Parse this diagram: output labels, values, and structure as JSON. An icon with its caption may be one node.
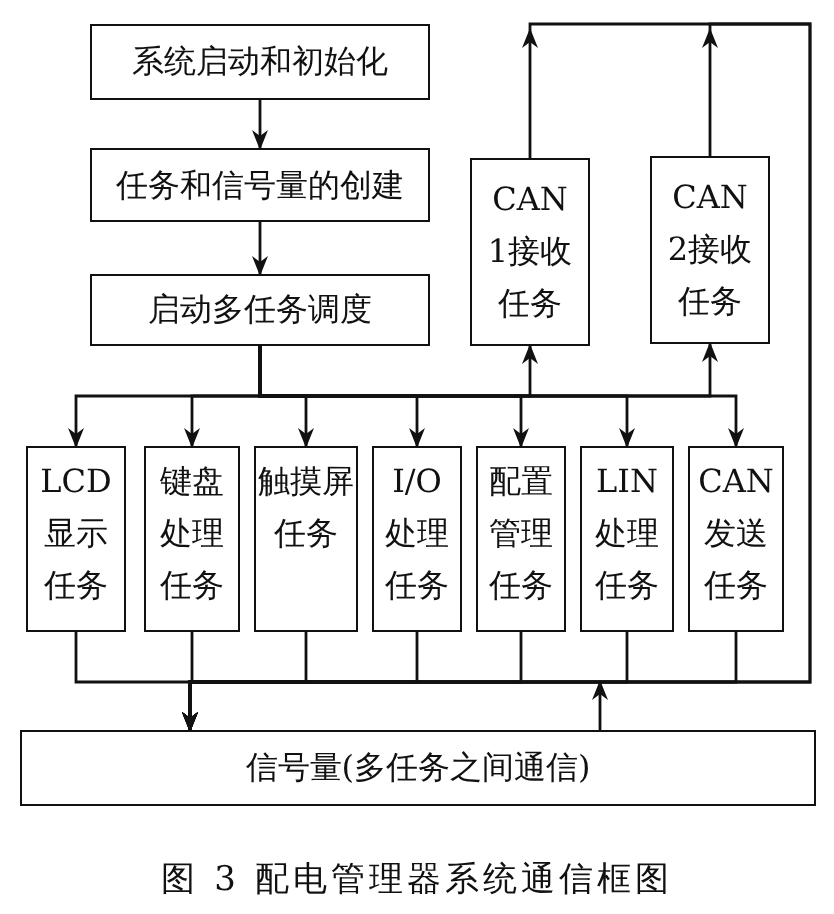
{
  "diagram": {
    "caption": "图 3 配电管理器系统通信框图",
    "nodes": [
      {
        "text": [
          "系统启动和初始化"
        ]
      },
      {
        "text": [
          "任务和信号量的创建"
        ]
      },
      {
        "text": [
          "启动多任务调度"
        ]
      },
      {
        "text": [
          "CAN1接收任务"
        ]
      },
      {
        "text": [
          "CAN2接收任务"
        ]
      },
      {
        "text": [
          "LCD显示任务"
        ]
      },
      {
        "text": [
          "键盘处理任务"
        ]
      },
      {
        "text": [
          "触摸屏任务"
        ]
      },
      {
        "text": [
          "I/O处理任务"
        ]
      },
      {
        "text": [
          "配置管理任务"
        ]
      },
      {
        "text": [
          "LIN处理任务"
        ]
      },
      {
        "text": [
          "CAN发送任务"
        ]
      },
      {
        "text": [
          "信号量(多任务之间通信)"
        ]
      }
    ],
    "edges": [
      {
        "from": 0,
        "to": 1,
        "arrow": "to"
      },
      {
        "from": 1,
        "to": 2,
        "arrow": "to"
      },
      {
        "from": 2,
        "to": 5,
        "arrow": "to"
      },
      {
        "from": 2,
        "to": 6,
        "arrow": "to"
      },
      {
        "from": 2,
        "to": 7,
        "arrow": "to"
      },
      {
        "from": 2,
        "to": 8,
        "arrow": "to"
      },
      {
        "from": 2,
        "to": 9,
        "arrow": "to"
      },
      {
        "from": 2,
        "to": 10,
        "arrow": "to"
      },
      {
        "from": 2,
        "to": 11,
        "arrow": "to"
      },
      {
        "from": 2,
        "to": 3,
        "arrow": "to"
      },
      {
        "from": 2,
        "to": 4,
        "arrow": "to"
      },
      {
        "from": 5,
        "to": 12,
        "arrow": "to"
      },
      {
        "from": 6,
        "to": 12,
        "arrow": "to"
      },
      {
        "from": 7,
        "to": 12,
        "arrow": "to"
      },
      {
        "from": 8,
        "to": 12,
        "arrow": "to"
      },
      {
        "from": 9,
        "to": 12,
        "arrow": "to"
      },
      {
        "from": 10,
        "to": 12,
        "arrow": "to"
      },
      {
        "from": 11,
        "to": 12,
        "arrow": "to"
      },
      {
        "from": 3,
        "to": 12,
        "arrow": "to"
      },
      {
        "from": 4,
        "to": 12,
        "arrow": "to"
      },
      {
        "from": 12,
        "to": null,
        "arrow": "to"
      }
    ]
  }
}
